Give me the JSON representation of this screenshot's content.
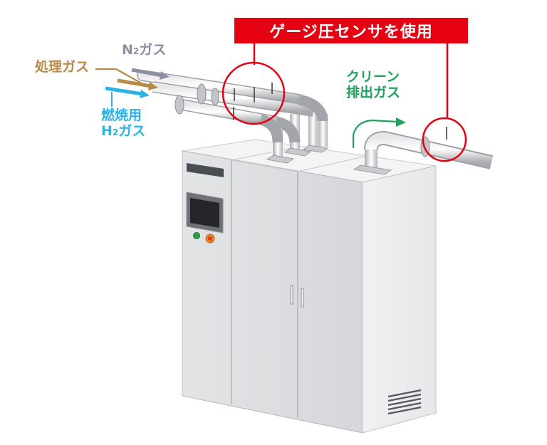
{
  "callout": {
    "text": "ゲージ圧センサを使用",
    "color": "#e50012"
  },
  "gas_labels": {
    "n2": {
      "main": "N",
      "sub": "2",
      "suffix": "ガス",
      "color": "#8c8fa3"
    },
    "process": {
      "text": "処理ガス",
      "color": "#b98a46"
    },
    "h2_fuel": {
      "line1": "燃焼用",
      "line2_main": "H",
      "line2_sub": "2",
      "line2_suffix": "ガス",
      "color": "#2bb3e8"
    },
    "clean_exhaust": {
      "line1": "クリーン",
      "line2": "排出ガス",
      "color": "#1fa35c"
    }
  },
  "icons": [
    "touch-panel-icon",
    "green-lamp-icon",
    "red-stop-button-icon",
    "gauge-pressure-sensor-icon"
  ]
}
